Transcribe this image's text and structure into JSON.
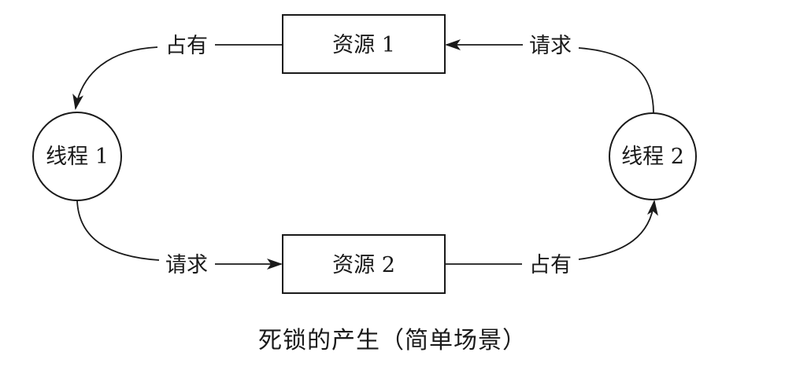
{
  "diagram": {
    "nodes": {
      "resource1": {
        "label": "资源 1",
        "shape": "rectangle"
      },
      "resource2": {
        "label": "资源 2",
        "shape": "rectangle"
      },
      "thread1": {
        "label": "线程 1",
        "shape": "circle"
      },
      "thread2": {
        "label": "线程 2",
        "shape": "circle"
      }
    },
    "edges": {
      "resource1_to_thread1": {
        "from": "resource1",
        "to": "thread1",
        "label": "占有"
      },
      "thread2_to_resource1": {
        "from": "thread2",
        "to": "resource1",
        "label": "请求"
      },
      "thread1_to_resource2": {
        "from": "thread1",
        "to": "resource2",
        "label": "请求"
      },
      "resource2_to_thread2": {
        "from": "resource2",
        "to": "thread2",
        "label": "占有"
      }
    },
    "caption": "死锁的产生（简单场景）"
  },
  "colors": {
    "stroke": "#1a1a1a",
    "background": "#ffffff"
  }
}
